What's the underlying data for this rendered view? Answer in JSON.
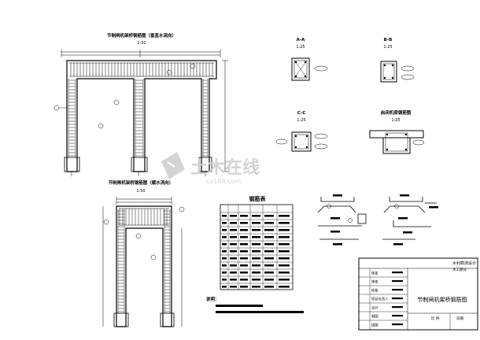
{
  "drawing": {
    "main_title": "节制闸机架桥钢筋图",
    "scale_large": "1:50",
    "scale_section": "1:25",
    "elev1": {
      "title": "节制闸机架桥钢筋图（垂直水流向）",
      "scale": "1:50"
    },
    "elev2": {
      "title": "节制闸机架桥钢筋图（顺水流向）",
      "scale": "1:50"
    },
    "sections": [
      {
        "title": "A-A",
        "scale": "1:25"
      },
      {
        "title": "B-B",
        "scale": "1:25"
      },
      {
        "title": "C-C",
        "scale": "1:25"
      },
      {
        "title": "启闭机梁钢筋图",
        "scale": "1:25"
      }
    ],
    "rebar_table_title": "钢筋表",
    "notes_title": "说明："
  },
  "title_block": {
    "company": "水利勘测设计",
    "company_sub": "水工部分",
    "rows": [
      "核定",
      "审查",
      "校核",
      "项目负责人",
      "设计",
      "制图",
      "描图"
    ],
    "drawing_title": "节制闸机架桥钢筋图",
    "scale_label": "比 例",
    "date_label": "日期"
  },
  "watermark": {
    "cn": "土木在线",
    "en": "co188.com"
  },
  "colors": {
    "line": "#000000",
    "paper": "#ffffff",
    "watermark": "#d0d0d0"
  }
}
